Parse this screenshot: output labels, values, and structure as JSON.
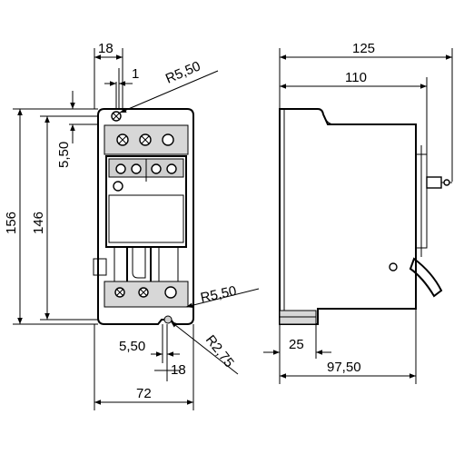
{
  "front_view": {
    "dims": {
      "top_width": "18",
      "top_offset": "1",
      "top_radius": "R5,50",
      "left_small": "5,50",
      "height_total": "156",
      "height_inner": "146",
      "mid_radius": "R5,50",
      "bottom_offset": "5,50",
      "bottom_width": "18",
      "bottom_radius": "R2,75",
      "overall_width": "72"
    }
  },
  "side_view": {
    "dims": {
      "depth_total": "125",
      "depth_body": "110",
      "base_depth": "25",
      "base_offset": "97,50"
    }
  }
}
